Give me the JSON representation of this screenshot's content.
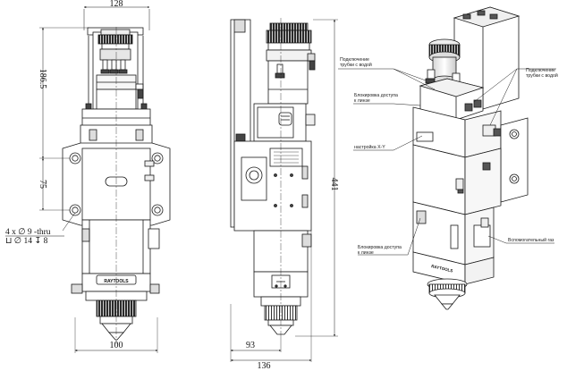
{
  "dimensions": {
    "top_width": "128",
    "upper_height": "186.5",
    "hole_pitch": "75",
    "bottom_width": "100",
    "total_height": "441",
    "nozzle_offset": "93",
    "side_width": "136"
  },
  "hole_spec": {
    "line1": "4 x ∅ 9 -thru",
    "line2": "⊔ ∅ 14 ↧ 8"
  },
  "brand": "RAYTOOLS",
  "callouts": {
    "water_left_1": "Подключение",
    "water_left_2": "трубки с водой",
    "water_right_1": "Подключение",
    "water_right_2": "трубки с водой",
    "lens_lock_top_1": "Блокировка доступа",
    "lens_lock_top_2": "к линзе",
    "xy_adjust": "настройка X-Y",
    "lens_lock_bottom_1": "Блокировка доступа",
    "lens_lock_bottom_2": "к линзе",
    "aux_gas": "Вспомогательный газ"
  },
  "colors": {
    "line": "#1a1a1a",
    "fill_light": "#f4f4f4",
    "fill_mid": "#d9d9d9",
    "fill_dark": "#3a3a3a"
  }
}
